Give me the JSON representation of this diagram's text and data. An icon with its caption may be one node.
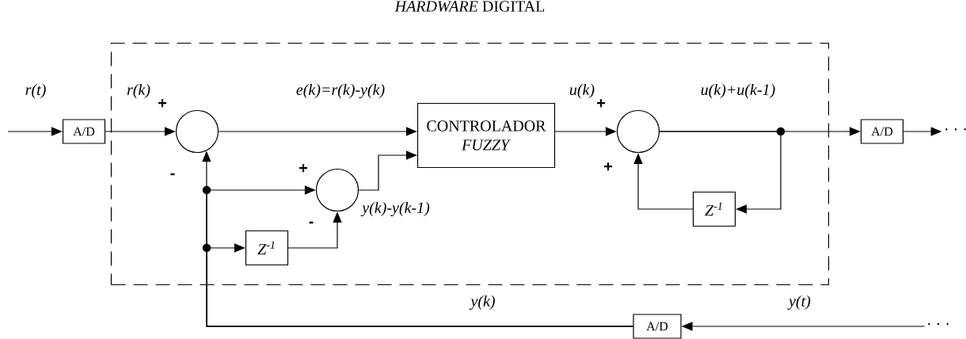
{
  "diagram": {
    "nodes": [
      {
        "text": [
          "*HARDWARE* DIGITAL"
        ]
      },
      {
        "text": [
          "A/D"
        ]
      },
      {
        "text": [],
        "shape": "circle",
        "in": 0
      },
      {
        "text": [
          "CONTROLADOR *FUZZY*"
        ],
        "in": 0
      },
      {
        "text": [],
        "shape": "circle",
        "in": 0
      },
      {
        "text": [],
        "shape": "circle",
        "in": 0
      },
      {
        "text": [
          "Z$^{-1}$"
        ],
        "in": 0
      },
      {
        "text": [
          "Z$^{-1}$"
        ],
        "in": 0
      },
      {
        "text": [
          "A/D"
        ]
      },
      {
        "text": [
          "A/D"
        ]
      },
      {
        "text": [
          "· · ·"
        ]
      },
      {
        "text": [
          "· · ·"
        ]
      }
    ],
    "edges": [
      {
        "from": null,
        "to": 1,
        "arrow": "to"
      },
      {
        "from": 1,
        "to": 2,
        "arrow": "to"
      },
      {
        "from": 2,
        "to": 3,
        "arrow": "to"
      },
      {
        "from": 5,
        "to": 3,
        "arrow": "to"
      },
      {
        "from": 3,
        "to": 4,
        "arrow": "to"
      },
      {
        "from": 4,
        "to": 8,
        "arrow": "to"
      },
      {
        "from": 4,
        "to": 7,
        "arrow": "to"
      },
      {
        "from": 7,
        "to": 4,
        "arrow": "to"
      },
      {
        "from": 8,
        "to": 10,
        "arrow": "to"
      },
      {
        "from": 11,
        "to": 9,
        "arrow": "to"
      },
      {
        "from": 9,
        "to": 2,
        "arrow": "to"
      },
      {
        "from": 9,
        "to": 5,
        "arrow": "to"
      },
      {
        "from": 9,
        "to": 6,
        "arrow": "to"
      },
      {
        "from": 6,
        "to": 5,
        "arrow": "to"
      }
    ],
    "labels": [
      "r(t)",
      "r(k)",
      "e(k)=r(k)-y(k)",
      "u(k)",
      "u(k)+u(k-1)",
      "+",
      "+",
      "-",
      "+",
      "+",
      "y(k)-y(k-1)",
      "-",
      "y(k)",
      "y(t)"
    ]
  }
}
